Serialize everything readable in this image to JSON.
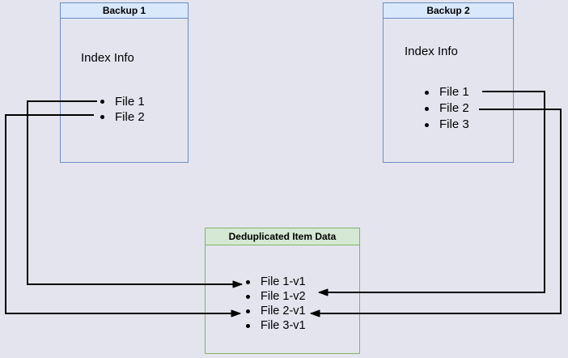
{
  "backup1": {
    "title": "Backup 1",
    "index_label": "Index Info",
    "files": [
      "File 1",
      "File 2"
    ]
  },
  "backup2": {
    "title": "Backup 2",
    "index_label": "Index Info",
    "files": [
      "File 1",
      "File 2",
      "File 3"
    ]
  },
  "dedup": {
    "title": "Deduplicated Item Data",
    "items": [
      "File 1-v1",
      "File 1-v2",
      "File 2-v1",
      "File 3-v1"
    ]
  },
  "connections": [
    {
      "from": "Backup 1 / File 1",
      "to": "Deduplicated Item Data / File 1-v1"
    },
    {
      "from": "Backup 1 / File 2",
      "to": "Deduplicated Item Data / File 2-v1"
    },
    {
      "from": "Backup 2 / File 1",
      "to": "Deduplicated Item Data / File 1-v2"
    },
    {
      "from": "Backup 2 / File 2",
      "to": "Deduplicated Item Data / File 2-v1"
    }
  ],
  "colors": {
    "background": "#e4e4ee",
    "backup_fill": "#dae8fc",
    "backup_border": "#6c8ebf",
    "dedup_fill": "#d5e8d4",
    "dedup_border": "#82b366",
    "connector": "#000000",
    "text": "#000000"
  }
}
